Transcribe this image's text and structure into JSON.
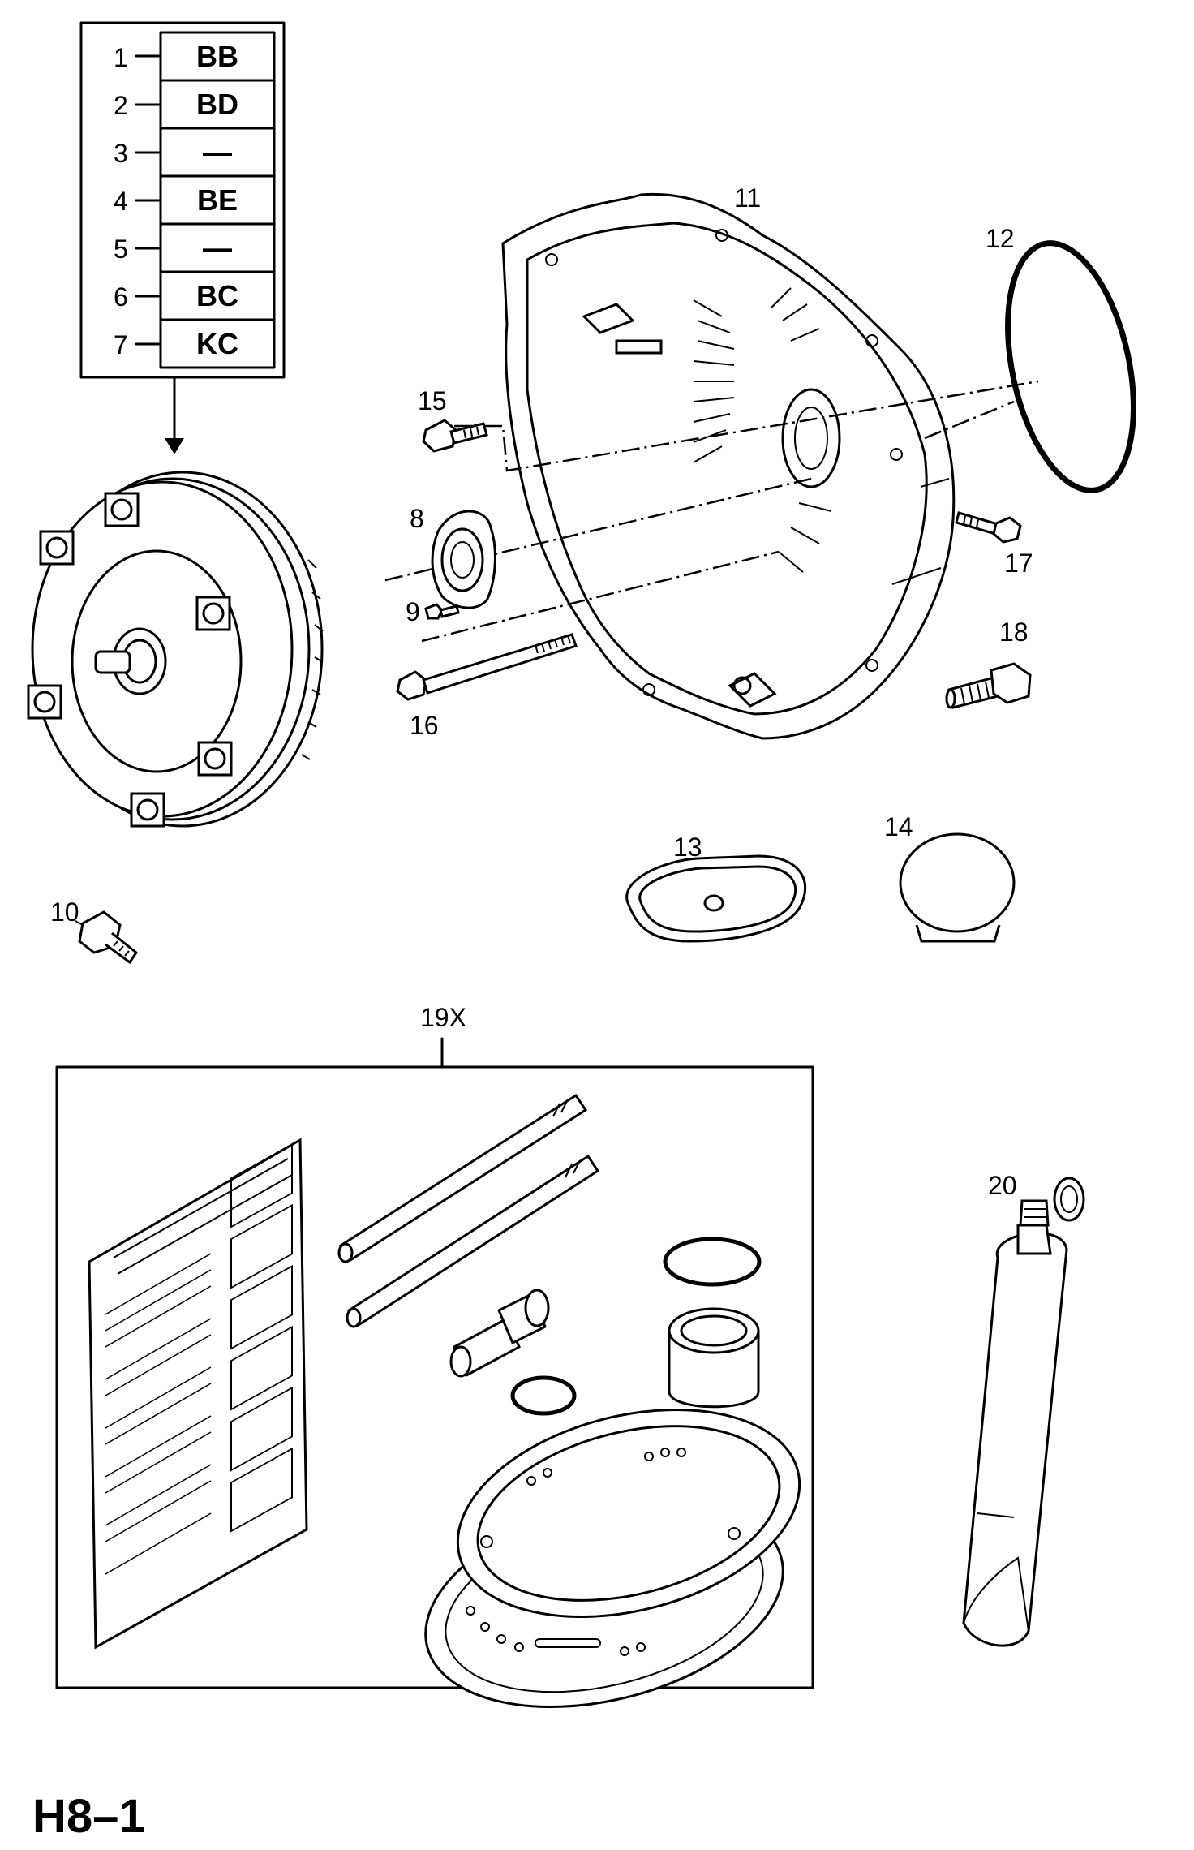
{
  "variant_table": {
    "rows": [
      {
        "num": "1",
        "code": "BB"
      },
      {
        "num": "2",
        "code": "BD"
      },
      {
        "num": "3",
        "code": "—"
      },
      {
        "num": "4",
        "code": "BE"
      },
      {
        "num": "5",
        "code": "—"
      },
      {
        "num": "6",
        "code": "BC"
      },
      {
        "num": "7",
        "code": "KC"
      }
    ]
  },
  "callouts": {
    "c8": "8",
    "c9": "9",
    "c10": "10",
    "c11": "11",
    "c12": "12",
    "c13": "13",
    "c14": "14",
    "c15": "15",
    "c16": "16",
    "c17": "17",
    "c18": "18",
    "c19x": "19X",
    "c20": "20"
  },
  "page_ref": "H8–1"
}
